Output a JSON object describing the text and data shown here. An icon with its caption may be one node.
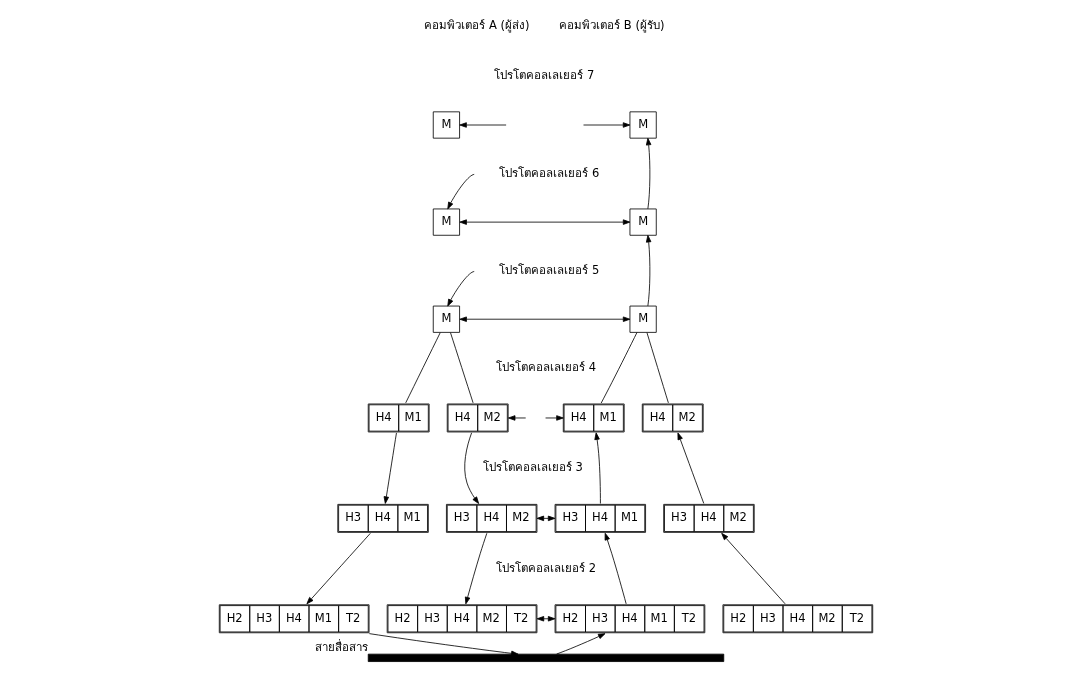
{
  "diagram": {
    "nodes": [
      {
        "text": [
          "M"
        ]
      },
      {
        "text": [
          "M"
        ]
      },
      {
        "text": [
          "M"
        ]
      },
      {
        "text": [
          "M"
        ]
      },
      {
        "text": [
          "M"
        ]
      },
      {
        "text": [
          "M"
        ]
      },
      {
        "text": [
          "H4",
          "M1"
        ]
      },
      {
        "text": [
          "H4",
          "M2"
        ]
      },
      {
        "text": [
          "H4",
          "M1"
        ]
      },
      {
        "text": [
          "H4",
          "M2"
        ]
      },
      {
        "text": [
          "H3",
          "H4",
          "M1"
        ]
      },
      {
        "text": [
          "H3",
          "H4",
          "M2"
        ]
      },
      {
        "text": [
          "H3",
          "H4",
          "M1"
        ]
      },
      {
        "text": [
          "H3",
          "H4",
          "M2"
        ]
      },
      {
        "text": [
          "H2",
          "H3",
          "H4",
          "M1",
          "T2"
        ]
      },
      {
        "text": [
          "H2",
          "H3",
          "H4",
          "M2",
          "T2"
        ]
      },
      {
        "text": [
          "H2",
          "H3",
          "H4",
          "M1",
          "T2"
        ]
      },
      {
        "text": [
          "H2",
          "H3",
          "H4",
          "M2",
          "T2"
        ]
      },
      {
        "text": [],
        "shape": "bar",
        "beside": [
          "สายสื่อสาร"
        ]
      }
    ],
    "edges": [
      {
        "from": null,
        "to": 0,
        "arrow": "to"
      },
      {
        "from": null,
        "to": 1,
        "arrow": "to"
      },
      {
        "from": null,
        "to": 2,
        "arrow": "to"
      },
      {
        "from": 2,
        "to": 3,
        "arrow": "both"
      },
      {
        "from": null,
        "to": 4,
        "arrow": "to"
      },
      {
        "from": 4,
        "to": 5,
        "arrow": "both"
      },
      {
        "from": 4,
        "to": 6,
        "arrow": "none"
      },
      {
        "from": 4,
        "to": 7,
        "arrow": "none"
      },
      {
        "from": 5,
        "to": 8,
        "arrow": "none"
      },
      {
        "from": 5,
        "to": 9,
        "arrow": "none"
      },
      {
        "from": null,
        "to": 7,
        "arrow": "to"
      },
      {
        "from": null,
        "to": 8,
        "arrow": "to"
      },
      {
        "from": 6,
        "to": 10,
        "arrow": "to"
      },
      {
        "from": 7,
        "to": 11,
        "arrow": "to"
      },
      {
        "from": 11,
        "to": 12,
        "arrow": "both"
      },
      {
        "from": 12,
        "to": 8,
        "arrow": "to"
      },
      {
        "from": 13,
        "to": 9,
        "arrow": "to"
      },
      {
        "from": 10,
        "to": 14,
        "arrow": "to"
      },
      {
        "from": 11,
        "to": 15,
        "arrow": "to"
      },
      {
        "from": 15,
        "to": 16,
        "arrow": "both"
      },
      {
        "from": 16,
        "to": 12,
        "arrow": "to"
      },
      {
        "from": 17,
        "to": 13,
        "arrow": "to"
      },
      {
        "from": 14,
        "to": 18,
        "arrow": "to"
      },
      {
        "from": 18,
        "to": 16,
        "arrow": "to"
      },
      {
        "from": 3,
        "to": 1,
        "arrow": "to"
      },
      {
        "from": 5,
        "to": 3,
        "arrow": "to"
      }
    ],
    "labels": [
      "คอมพิวเตอร์ A (ผู้ส่ง)",
      "คอมพิวเตอร์ B (ผู้รับ)",
      "โปรโตคอลเลเยอร์ 7",
      "โปรโตคอลเลเยอร์ 6",
      "โปรโตคอลเลเยอร์ 5",
      "โปรโตคอลเลเยอร์ 4",
      "โปรโตคอลเลเยอร์ 3",
      "โปรโตคอลเลเยอร์ 2"
    ]
  }
}
